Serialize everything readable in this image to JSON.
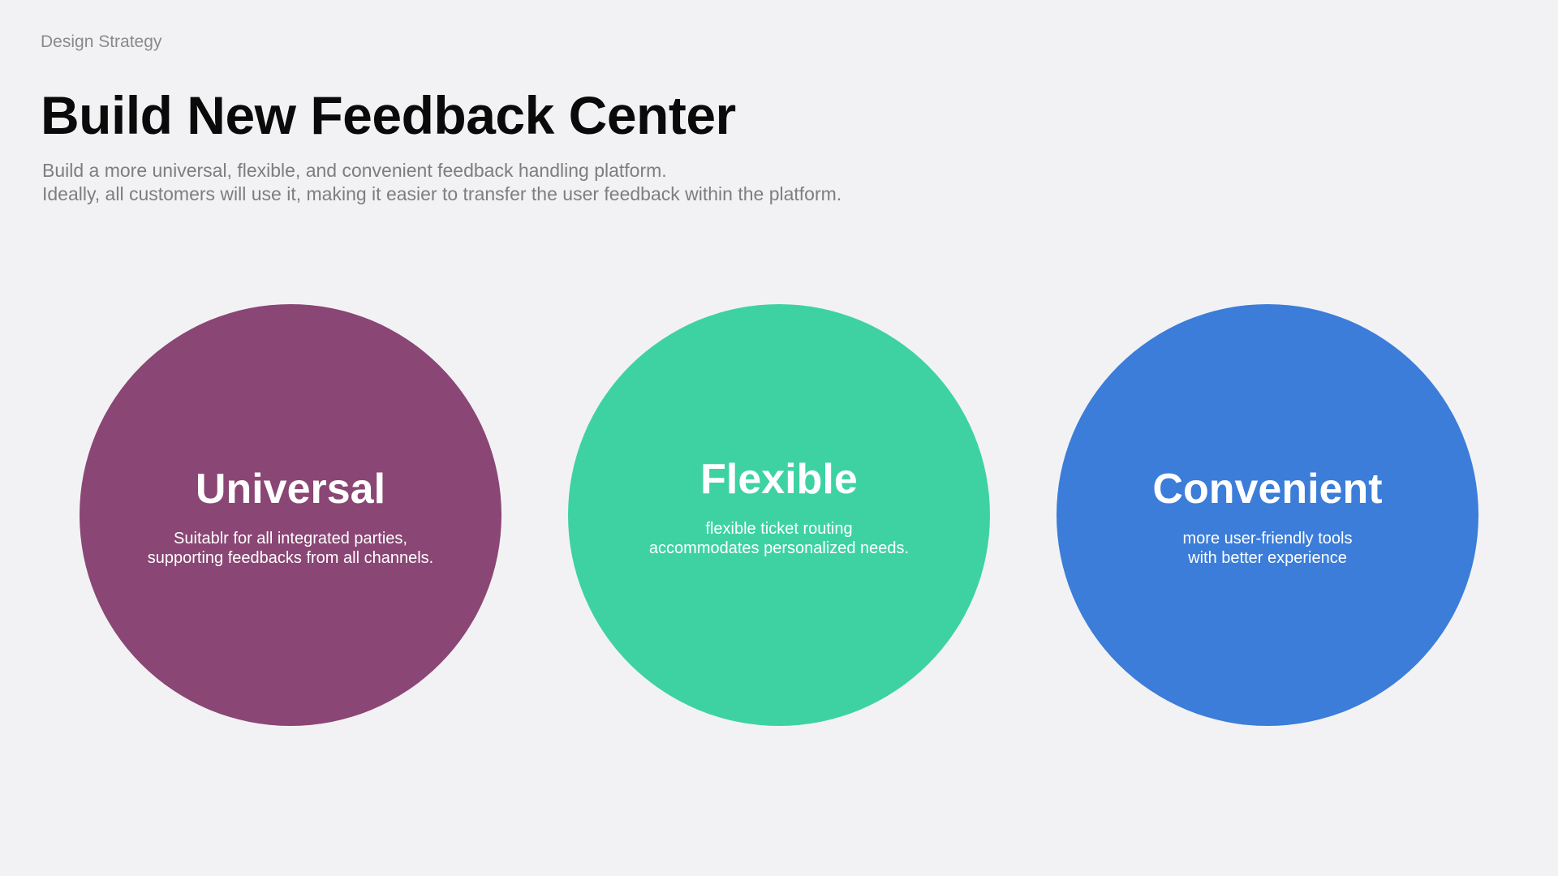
{
  "header": {
    "section_label": "Design Strategy",
    "title": "Build New Feedback Center",
    "subtitle_lines": [
      "Build a more universal, flexible, and convenient feedback handling platform.",
      "Ideally, all customers will use it, making it easier to transfer the user feedback within the platform."
    ]
  },
  "pillars": [
    {
      "title": "Universal",
      "color": "#8a4674",
      "desc_lines": [
        "Suitablr for all integrated parties,",
        "supporting feedbacks from all channels."
      ]
    },
    {
      "title": "Flexible",
      "color": "#3ed2a3",
      "desc_lines": [
        "flexible ticket routing",
        "accommodates personalized needs."
      ]
    },
    {
      "title": "Convenient",
      "color": "#3b7dd9",
      "desc_lines": [
        "more user-friendly tools",
        "with better experience"
      ]
    }
  ]
}
